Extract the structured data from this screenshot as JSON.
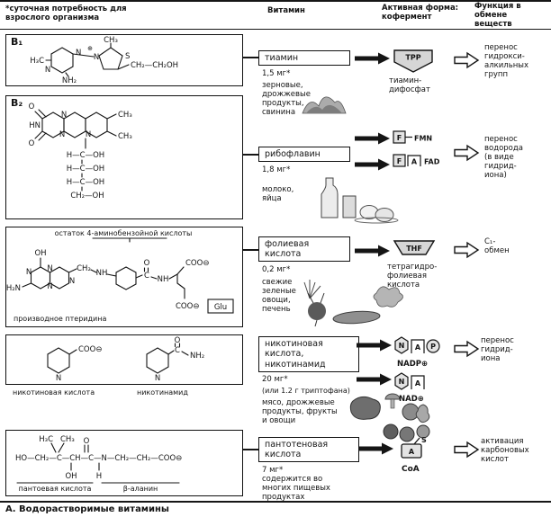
{
  "colors": {
    "paper": "#ffffff",
    "ink": "#141414",
    "shape_fill": "#d6d6d6"
  },
  "page": {
    "footnote": "*суточная потребность для\nвзрослого организма",
    "caption": "А. Водорастворимые витамины"
  },
  "columns": {
    "vitamin": "Витамин",
    "active_form": "Активная форма:\nкофермент",
    "function": "Функция в\nобмене\nвеществ"
  },
  "rows": [
    {
      "name": "тиамин",
      "amount": "1,5 мг*",
      "sources": "зерновые,\nдрожжевые\nпродукты,\nсвинина",
      "function": "перенос\nгидрокси-\nалкильных\nгрупп",
      "illustration": "grain-pile"
    },
    {
      "name": "рибофлавин",
      "amount": "1,8 мг*",
      "sources": "молоко,\nяйца",
      "function": "перенос\nводорода\n(в виде\nгидрид-\nиона)",
      "illustration": "milk-bottle-glass-eggs"
    },
    {
      "name": "фолиевая\nкислота",
      "amount": "0,2 мг*",
      "sources": "свежие\nзеленые\nовощи,\nпечень",
      "function": "C₁-\nобмен",
      "illustration": "greens-beet-cucumber"
    },
    {
      "name": "никотиновая\nкислота,\nникотинамид",
      "amount": "20 мг*",
      "amount_note": "(или 1.2 г триптофана)",
      "sources": "мясо, дрожжевые\nпродукты, фрукты\nи овощи",
      "function": "перенос\nгидрид-\nиона",
      "illustration": "meat-mushrooms-fruits-tomatoes"
    },
    {
      "name": "пантотеновая\nкислота",
      "amount": "7 мг*",
      "sources": "содержится во\nмногих пищевых\nпродуктах",
      "function": "активация\nкарбоновых\nкислот",
      "illustration": ""
    }
  ],
  "coenzymes": {
    "tpp": {
      "glyph": "TPP",
      "label": "тиамин-\nдифосфат"
    },
    "fmn": {
      "f": "F",
      "text": "FMN"
    },
    "fad": {
      "f": "F",
      "a": "A",
      "text": "FAD"
    },
    "thf": {
      "glyph": "THF",
      "label": "тетрагидро-\nфолиевая\nкислота"
    },
    "nadp": {
      "n": "N",
      "a": "A",
      "p": "P",
      "text": "NADP⊕"
    },
    "nad": {
      "n": "N",
      "a": "A",
      "text": "NAD⊕"
    },
    "coa": {
      "s": "S",
      "a": "A",
      "text": "CoA"
    }
  },
  "structures": {
    "b1": {
      "label": "B₁",
      "h3c": "H₃C",
      "n1": "N",
      "n2": "N",
      "nh2": "NH₂",
      "ch3": "CH₃",
      "plus": "⊕",
      "n3": "N",
      "s": "S",
      "side_chain": "CH₂—CH₂OH"
    },
    "b2": {
      "label": "B₂",
      "o_top": "O",
      "hn": "HN",
      "o_left": "O",
      "n1": "N",
      "n2": "N",
      "n3": "N",
      "ch3_top": "CH₃",
      "ch3_bottom": "CH₃",
      "chain1": "H—C—OH",
      "chain2": "H—C—OH",
      "chain3": "H—C—OH",
      "chain4": "CH₂—OH"
    },
    "folate": {
      "caption_top": "остаток 4-аминобензойной кислоты",
      "caption_bottom": "производное птеридина",
      "oh": "OH",
      "h2n": "H₂N",
      "n1": "N",
      "n2": "N",
      "n3": "N",
      "n4": "N",
      "ch2": "CH₂",
      "nh_bridge": "NH",
      "c": "C",
      "o": "O",
      "nh_amide": "NH",
      "coo1": "COO⊖",
      "coo2": "COO⊖",
      "glu": "Glu"
    },
    "niacin": {
      "label_left": "никотиновая кислота",
      "label_right": "никотинамид",
      "n_left": "N",
      "coo": "COO⊖",
      "n_right": "N",
      "c": "C",
      "o": "O",
      "nh2": "NH₂"
    },
    "pantothenate": {
      "label_left": "пантоевая кислота",
      "label_right": "β-аланин",
      "methyl_left": "H₃C",
      "methyl_right": "CH₃",
      "chain": "HO—CH₂—C—CH—C—N—CH₂—CH₂—COO⊖",
      "oh": "OH",
      "o": "O",
      "h": "H"
    }
  }
}
